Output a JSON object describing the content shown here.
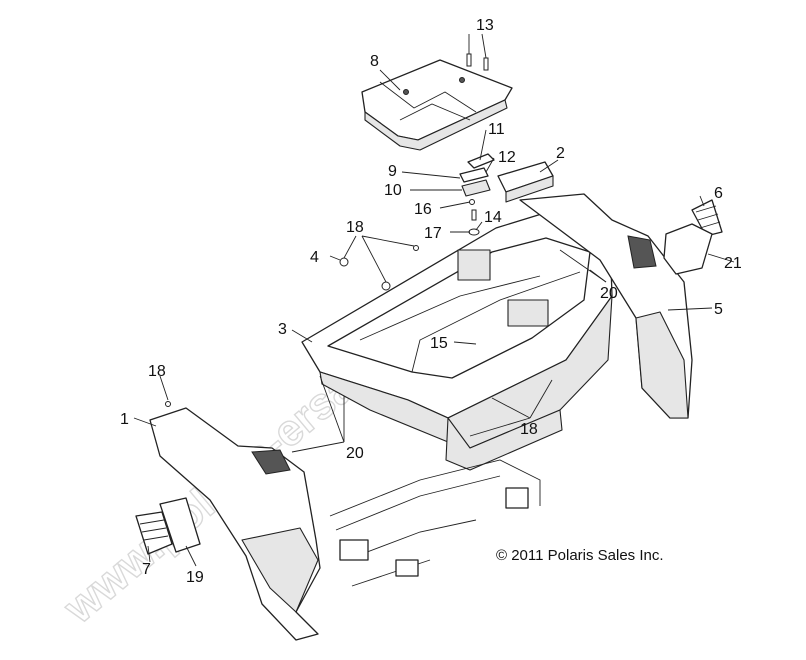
{
  "watermark": "www.polaris-ersatzteile.de",
  "copyright": "© 2011 Polaris Sales Inc.",
  "callouts": [
    {
      "id": "c13",
      "text": "13"
    },
    {
      "id": "c8",
      "text": "8"
    },
    {
      "id": "c11",
      "text": "11"
    },
    {
      "id": "c12",
      "text": "12"
    },
    {
      "id": "c2",
      "text": "2"
    },
    {
      "id": "c9",
      "text": "9"
    },
    {
      "id": "c10",
      "text": "10"
    },
    {
      "id": "c16",
      "text": "16"
    },
    {
      "id": "c14",
      "text": "14"
    },
    {
      "id": "c17",
      "text": "17"
    },
    {
      "id": "c6",
      "text": "6"
    },
    {
      "id": "c18a",
      "text": "18"
    },
    {
      "id": "c4",
      "text": "4"
    },
    {
      "id": "c21",
      "text": "21"
    },
    {
      "id": "c20a",
      "text": "20"
    },
    {
      "id": "c5",
      "text": "5"
    },
    {
      "id": "c3",
      "text": "3"
    },
    {
      "id": "c15",
      "text": "15"
    },
    {
      "id": "c18b",
      "text": "18"
    },
    {
      "id": "c1",
      "text": "1"
    },
    {
      "id": "c18c",
      "text": "18"
    },
    {
      "id": "c20b",
      "text": "20"
    },
    {
      "id": "c7",
      "text": "7"
    },
    {
      "id": "c19",
      "text": "19"
    }
  ]
}
